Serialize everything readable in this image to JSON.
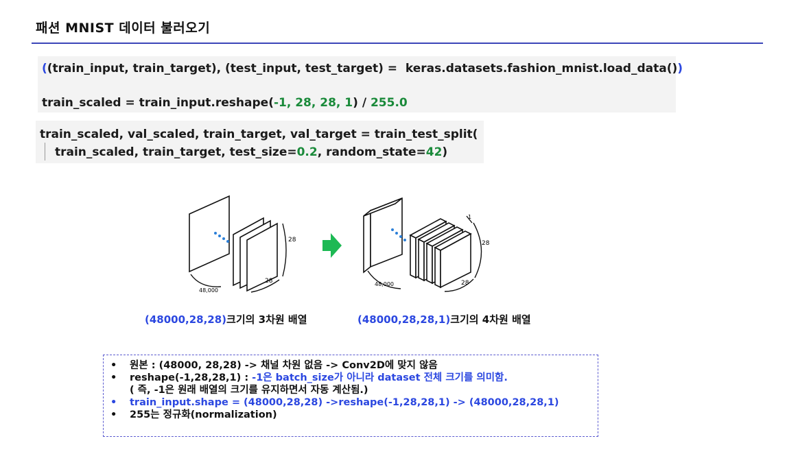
{
  "title": "패션 MNIST 데이터 불러오기",
  "code1": {
    "line1_a": "(train_input, train_target), (test_input, test_target) = ",
    "line1_b": " keras.datasets.fashion_mnist.load_data()",
    "line2_a": "train_scaled = train_input.reshape(",
    "line2_nums": "-1, 28, 28, 1",
    "line2_b": ") / ",
    "line2_c": "255.0"
  },
  "code2": {
    "line1": "train_scaled, val_scaled, train_target, val_target = train_test_split(",
    "line2_a": "train_scaled, train_target, test_size=",
    "line2_n1": "0.2",
    "line2_b": ", random_state=",
    "line2_n2": "42",
    "line2_c": ")"
  },
  "figure_left": {
    "dim_right": "28",
    "dim_bottom": "28",
    "dim_depth": "48,000"
  },
  "figure_right": {
    "dim_top": "1",
    "dim_right": "28",
    "dim_bottom": "28",
    "dim_depth": "48,000"
  },
  "caption_left": {
    "num": "(48000,28,28)",
    "text": "크기의 3차원 배열"
  },
  "caption_right": {
    "num": "(48000,28,28,1)",
    "text": "크기의 4차원 배열"
  },
  "notes": [
    {
      "text": "원본 : (48000, 28,28) -> 채널 차원 없음 -> Conv2D에 맞지 않음",
      "bullet": "•"
    },
    {
      "text_a": "reshape(-1,28,28,1) : ",
      "text_b": "-1은 batch_size가 아니라 dataset 전체 크기를 의미함.",
      "bullet": "•"
    },
    {
      "text": "( 즉, -1은 원래 배열의 크기를 유지하면서 자동 계산됨.)",
      "bullet": ""
    },
    {
      "text": "train_input.shape = (48000,28,28) ->reshape(-1,28,28,1) -> (48000,28,28,1)",
      "bullet": "•"
    },
    {
      "text": "255는 정규화(normalization)",
      "bullet": "•"
    }
  ],
  "colors": {
    "accent": "#2b47e0",
    "green_arrow": "#1db954",
    "rule": "#3a45b8"
  }
}
